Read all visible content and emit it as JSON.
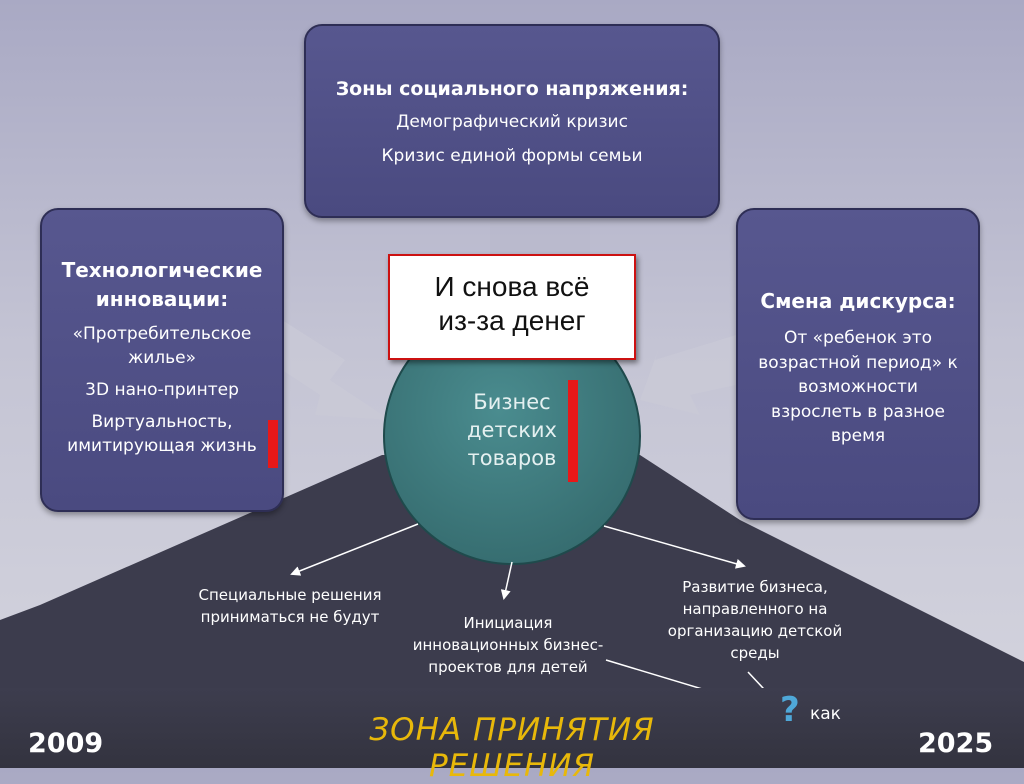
{
  "top_box": {
    "title": "Зоны социального напряжения:",
    "lines": [
      "Демографический кризис",
      "Кризис единой формы семьи"
    ]
  },
  "left_box": {
    "title_lines": [
      "Технологические",
      "инновации:"
    ],
    "lines": [
      "«Протребительское",
      "жилье»",
      "3D нано-принтер",
      "Виртуальность,",
      "имитирующая жизнь"
    ]
  },
  "right_box": {
    "title": "Смена дискурса:",
    "lines": [
      "От «ребенок это",
      "возрастной период» к",
      "возможности",
      "взрослеть  в разное",
      "время"
    ]
  },
  "callout": {
    "lines": [
      "И снова всё",
      "из-за денег"
    ]
  },
  "center_circle": {
    "lines": [
      "Бизнес",
      "детских",
      "товаров"
    ]
  },
  "outcomes": {
    "left": [
      "Специальные решения",
      "приниматься не будут"
    ],
    "middle": [
      "Инициация",
      "инновационных бизнес-",
      "проектов для детей"
    ],
    "right": [
      "Развитие бизнеса,",
      "направленного на",
      "организацию детской",
      "среды"
    ]
  },
  "bottom": {
    "year_start": "2009",
    "year_end": "2025",
    "zone_label": "ЗОНА ПРИНЯТИЯ РЕШЕНИЯ",
    "question_mark": "?",
    "how_label": "как"
  },
  "colors": {
    "box_fill": "#4f4f86",
    "circle_fill": "#3f7d80",
    "pyramid_fill": "#3c3c4d",
    "accent_red": "#e81818",
    "zone_label": "#e8b80a",
    "question_mark": "#4fa8d8"
  }
}
